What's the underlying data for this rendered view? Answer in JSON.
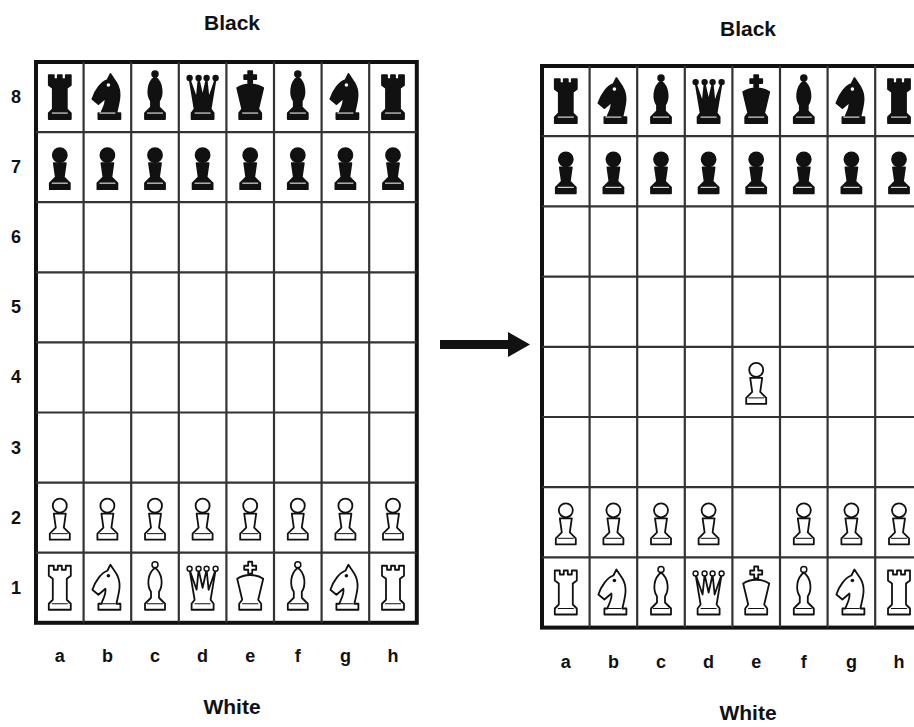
{
  "diagram": {
    "labels": [
      "Black",
      "8",
      "7",
      "6",
      "5",
      "4",
      "3",
      "2",
      "1",
      "a",
      "b",
      "c",
      "d",
      "e",
      "f",
      "g",
      "h",
      "White",
      "Black",
      "a",
      "b",
      "c",
      "d",
      "e",
      "f",
      "g",
      "h",
      "White"
    ]
  }
}
